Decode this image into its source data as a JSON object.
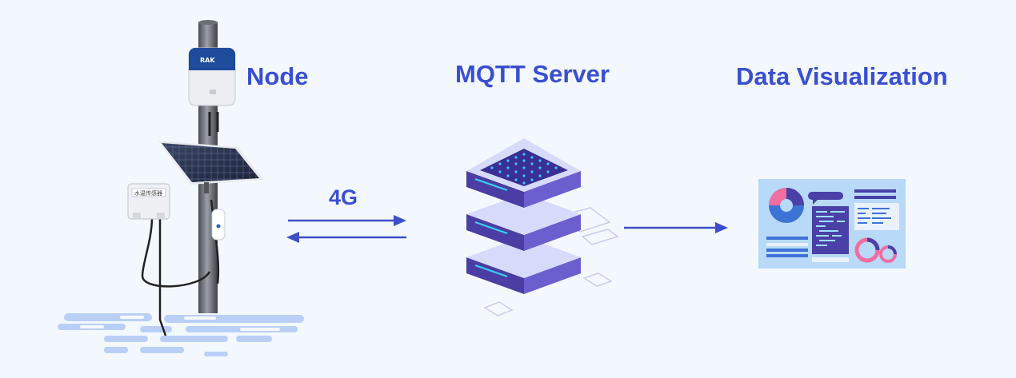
{
  "labels": {
    "node": "Node",
    "mqtt_server": "MQTT Server",
    "data_visualization": "Data Visualization",
    "link": "4G"
  },
  "device": {
    "brand_text": "RAK",
    "sensor_text": "水温传感器"
  },
  "colors": {
    "label": "#3a4fd0",
    "arrow": "#3d4fc8",
    "background": "#f3f8ff",
    "server_body": "#6d62c9",
    "server_top": "#d9dcfb",
    "dashboard_bg": "#b7d8f7",
    "water": "#b7cdf6"
  },
  "icons": {
    "node": "solar-powered-iot-node-icon",
    "server": "server-stack-icon",
    "dashboard": "dashboard-icon",
    "arrow_right": "arrow-right-icon",
    "arrow_left": "arrow-left-icon"
  }
}
